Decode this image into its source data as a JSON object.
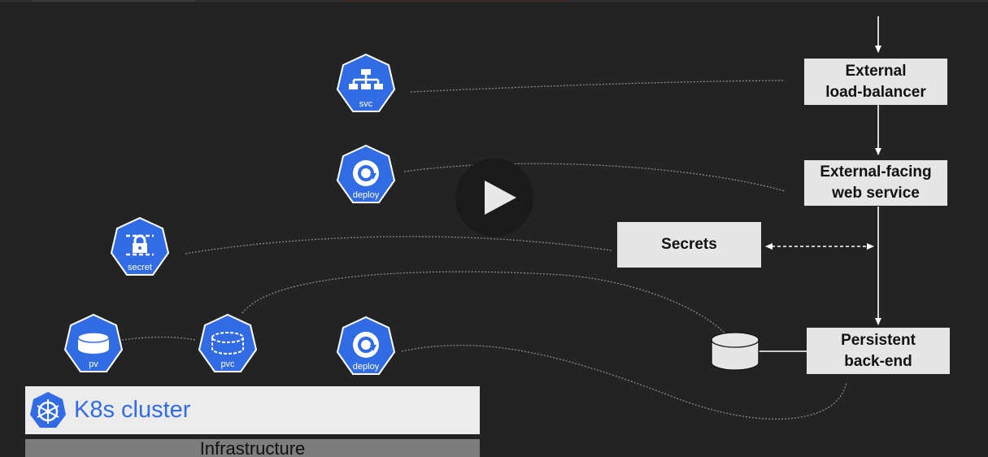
{
  "nodes": {
    "svc": {
      "label": "svc",
      "icon": "service-hierarchy-icon"
    },
    "deploy_web": {
      "label": "deploy",
      "icon": "deploy-rotate-icon"
    },
    "secret": {
      "label": "secret",
      "icon": "secret-lock-icon"
    },
    "pv": {
      "label": "pv",
      "icon": "volume-disk-icon"
    },
    "pvc": {
      "label": "pvc",
      "icon": "volume-claim-disk-icon"
    },
    "deploy_backend": {
      "label": "deploy",
      "icon": "deploy-rotate-icon"
    }
  },
  "boxes": {
    "load_balancer": "External\nload-balancer",
    "web_service": "External-facing\nweb service",
    "secrets": "Secrets",
    "backend": "Persistent\nback-end"
  },
  "cluster": {
    "label": "K8s cluster",
    "logo": "kubernetes-helm-wheel-icon"
  },
  "infrastructure": {
    "label": "Infrastructure"
  },
  "video": {
    "play_icon": "play-icon"
  },
  "colors": {
    "background": "#232323",
    "kubernetes_blue": "#326ce5",
    "box_fill": "#e6e6e6",
    "infrastructure_fill": "#7d7d7d"
  }
}
